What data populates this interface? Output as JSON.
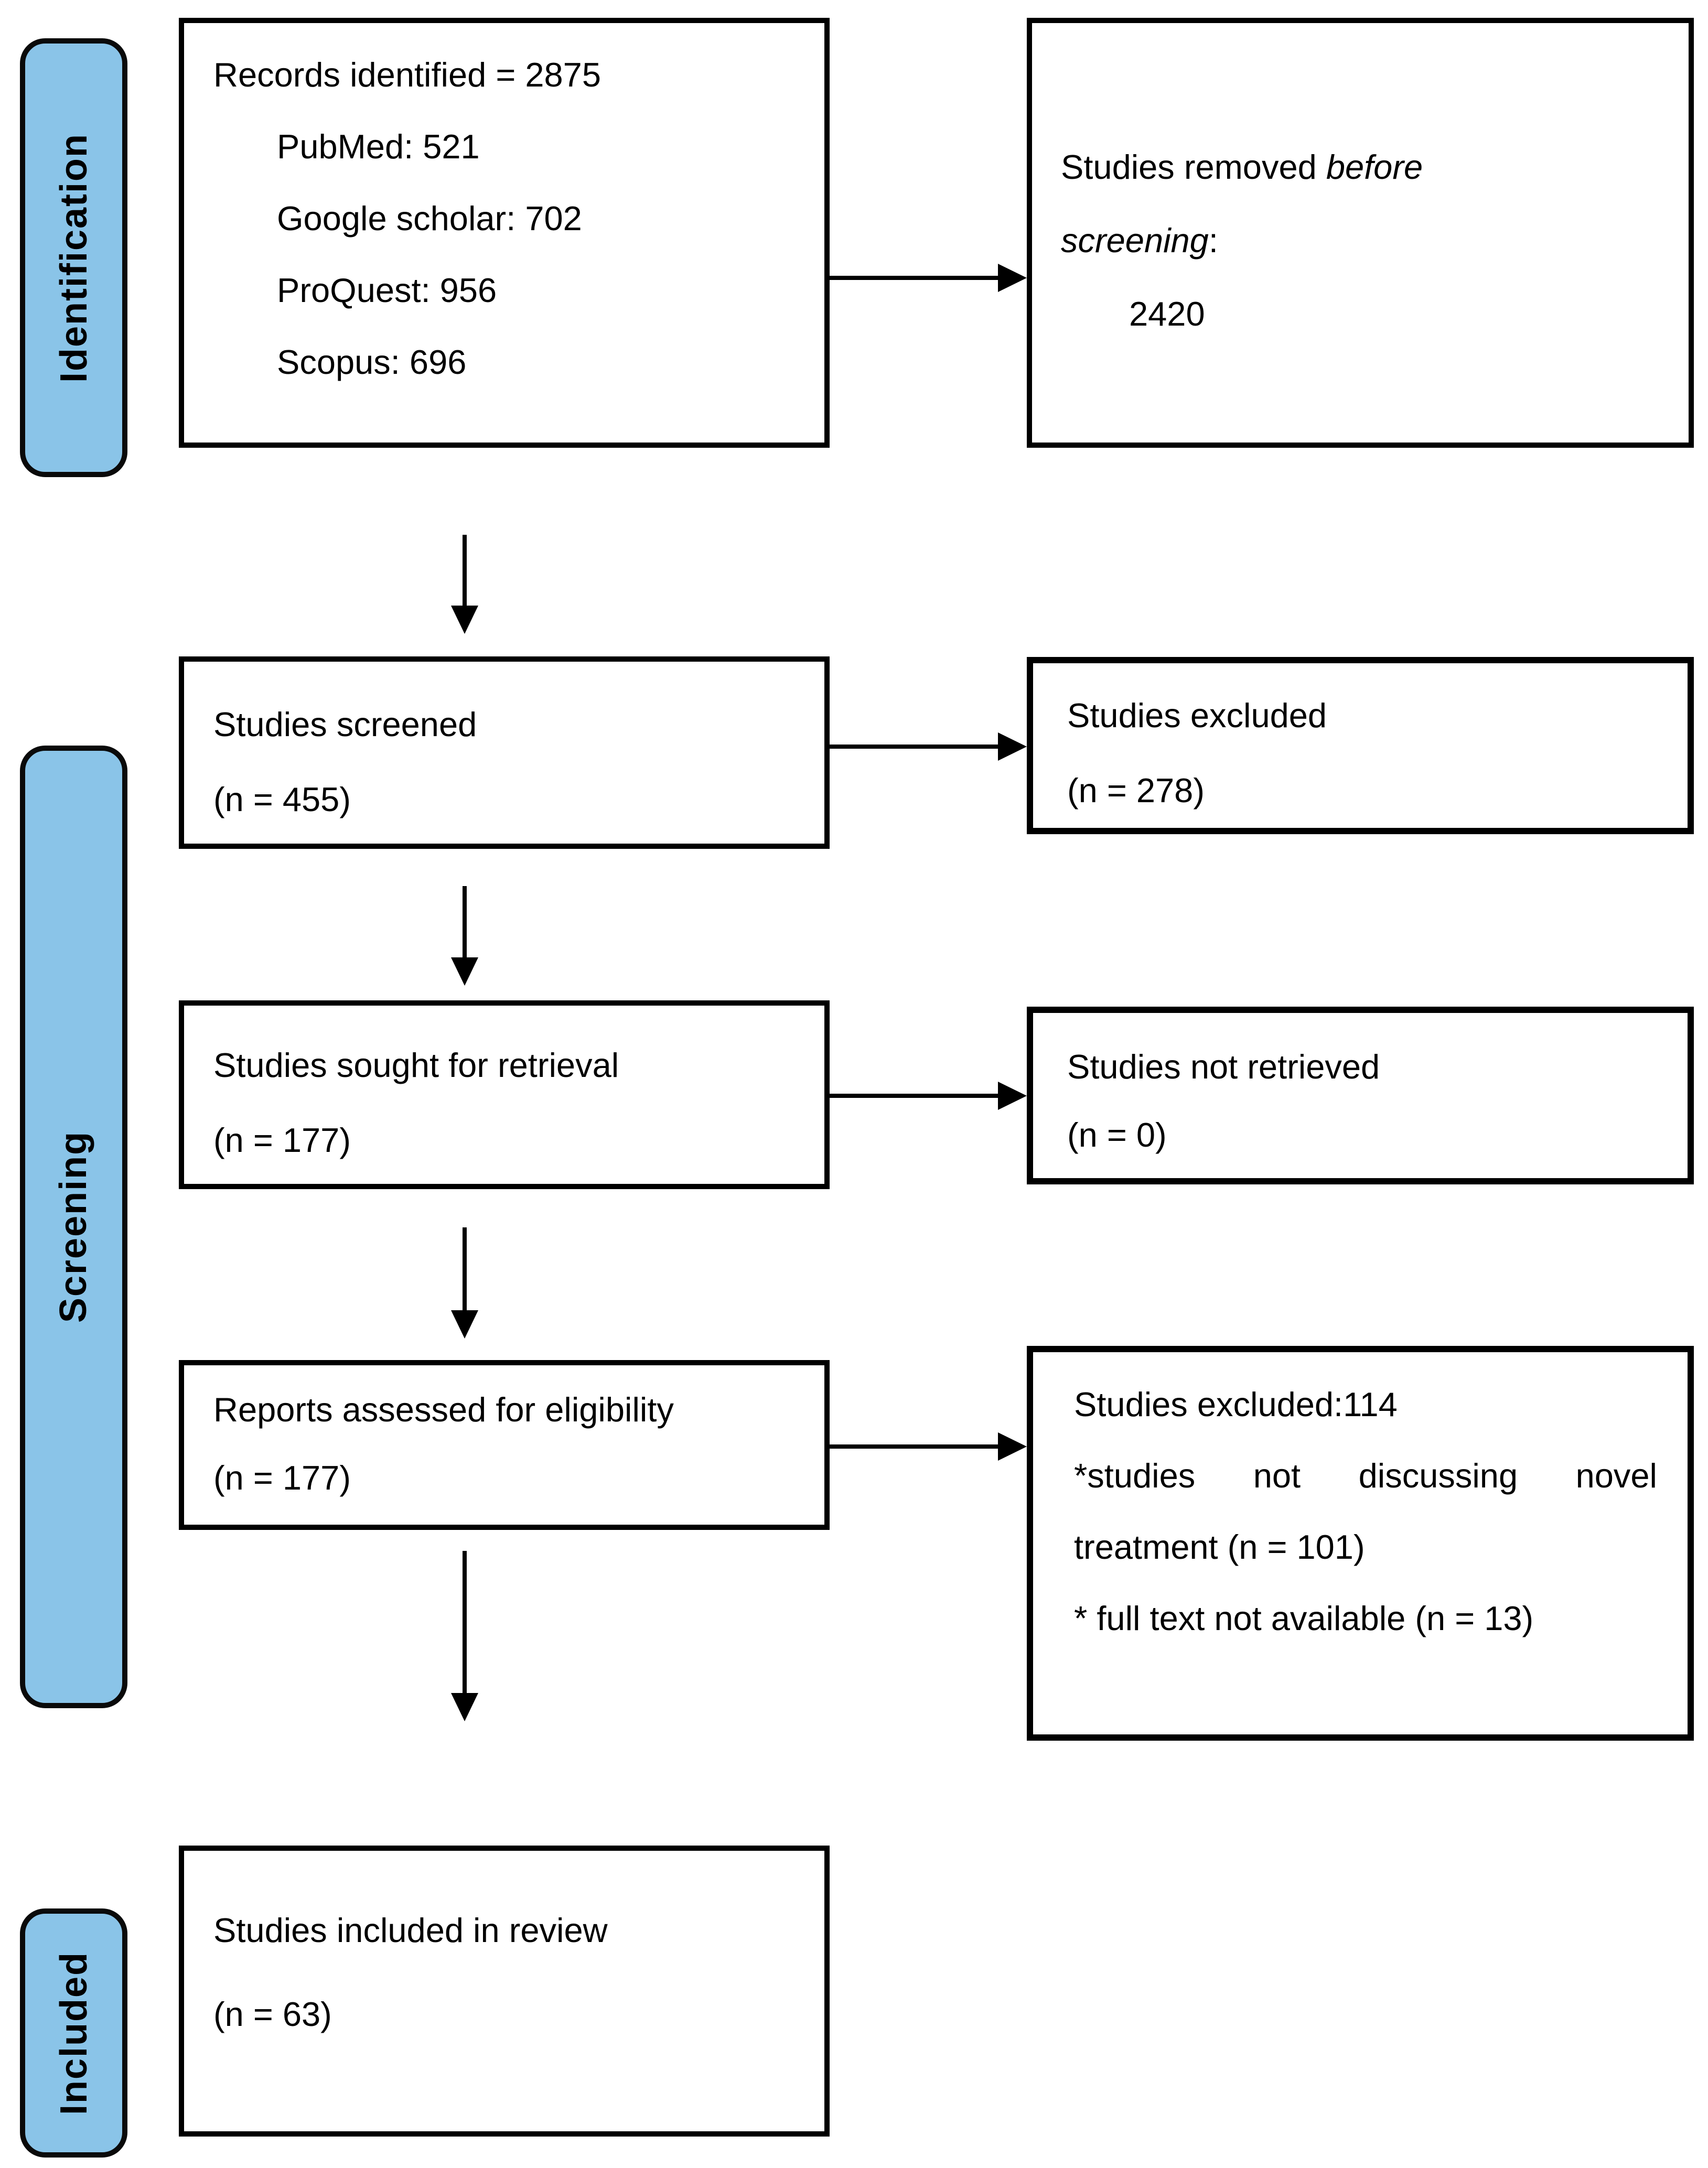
{
  "colors": {
    "stage_fill": "#8AC4E8",
    "line": "#000000",
    "background": "#ffffff"
  },
  "stages": {
    "identification": "Identification",
    "screening": "Screening",
    "included": "Included"
  },
  "boxes": {
    "records": {
      "title": "Records identified = 2875",
      "sources": [
        "PubMed: 521",
        "Google scholar: 702",
        "ProQuest: 956",
        "Scopus: 696"
      ]
    },
    "screened": {
      "line1": "Studies screened",
      "line2": "(n = 455)"
    },
    "sought": {
      "line1": "Studies sought for retrieval",
      "line2": "(n = 177)"
    },
    "assessed": {
      "line1": "Reports assessed for eligibility",
      "line2": "(n = 177)"
    },
    "included": {
      "line1": "Studies included in review",
      "line2": "(n = 63)"
    },
    "removed_before_screening": {
      "lead": "Studies removed ",
      "italic1": "before",
      "italic2": "screening",
      "colon": ":",
      "count": "2420"
    },
    "excluded_after_screening": {
      "line1": "Studies excluded",
      "line2": "(n = 278)"
    },
    "not_retrieved": {
      "line1": "Studies not retrieved",
      "line2": "(n = 0)"
    },
    "excluded_after_eligibility": {
      "line1": "Studies excluded:114",
      "line2": "*studies not discussing novel treatment (n = 101)",
      "line3": "* full text not available (n = 13)"
    }
  }
}
